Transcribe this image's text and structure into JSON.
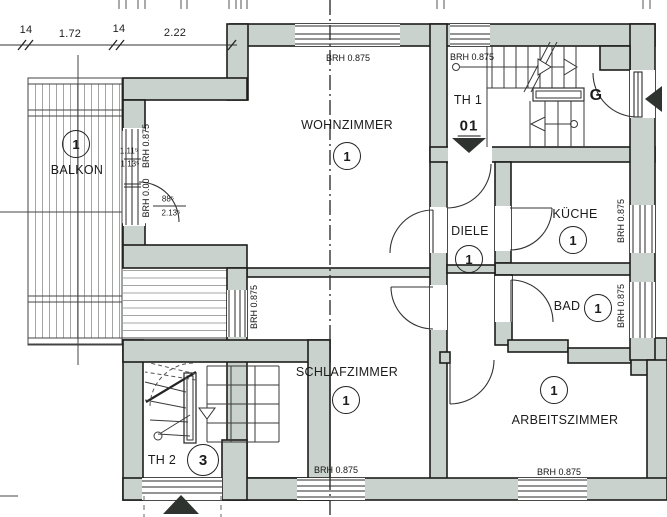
{
  "colors": {
    "wall_fill": "#c9d2cc",
    "outline": "#1d1d1b"
  },
  "dimensions": {
    "top_chain": [
      "14",
      "1.72",
      "14",
      "2.22"
    ],
    "balcony_window": [
      "1.11⁵",
      "1.13⁵"
    ],
    "balcony_door": [
      "88⁵",
      "2.13⁵"
    ]
  },
  "sills": {
    "standard": "BRH 0.875",
    "door": "BRH 0.00"
  },
  "rooms": {
    "balkon": {
      "name": "BALKON",
      "number": "1"
    },
    "wohnzimmer": {
      "name": "WOHNZIMMER",
      "number": "1"
    },
    "schlafzimmer": {
      "name": "SCHLAFZIMMER",
      "number": "1"
    },
    "diele": {
      "name": "DIELE",
      "number": "1"
    },
    "kueche": {
      "name": "KÜCHE",
      "number": "1"
    },
    "bad": {
      "name": "BAD",
      "number": "1"
    },
    "arbeitszimmer": {
      "name": "ARBEITSZIMMER",
      "number": "1"
    },
    "th1": {
      "name": "TH 1",
      "entrance_no": "01"
    },
    "th2": {
      "name": "TH 2",
      "number": "3"
    },
    "garderobe": {
      "name": "G"
    }
  }
}
